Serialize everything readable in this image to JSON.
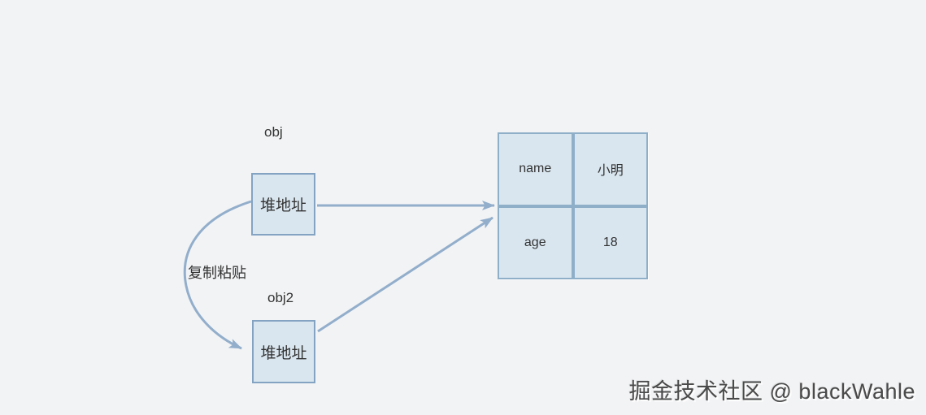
{
  "diagram": {
    "obj": {
      "label": "obj",
      "box_text": "堆地址"
    },
    "obj2": {
      "label": "obj2",
      "box_text": "堆地址"
    },
    "copy_arrow_label": "复制粘贴",
    "heap_table": {
      "cells": [
        {
          "key": "name",
          "value": "小明"
        },
        {
          "key": "age",
          "value": "18"
        }
      ]
    },
    "colors": {
      "background": "#f2f3f5",
      "box_fill": "#d9e6ef",
      "box_border": "#84a3c3",
      "arrow": "#92aecb",
      "table_border": "#8fafc9",
      "text": "#333333",
      "watermark": "#4a4a4a"
    }
  },
  "watermark": {
    "text": "掘金技术社区 @ blackWahle"
  }
}
